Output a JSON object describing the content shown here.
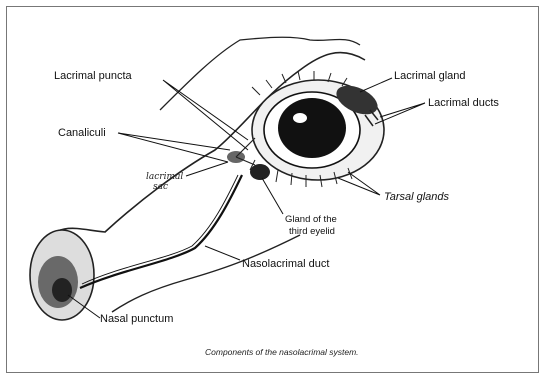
{
  "labels": {
    "lacrimal_puncta": "Lacrimal puncta",
    "canaliculi": "Canaliculi",
    "lacrimal_sac_line1": "lacrimal",
    "lacrimal_sac_line2": "sac",
    "lacrimal_gland": "Lacrimal gland",
    "lacrimal_ducts": "Lacrimal ducts",
    "tarsal_glands": "Tarsal glands",
    "gland_third_eyelid_line1": "Gland of the",
    "gland_third_eyelid_line2": "third eyelid",
    "nasolacrimal_duct": "Nasolacrimal duct",
    "nasal_punctum": "Nasal punctum"
  },
  "caption": "Components of the nasolacrimal system."
}
